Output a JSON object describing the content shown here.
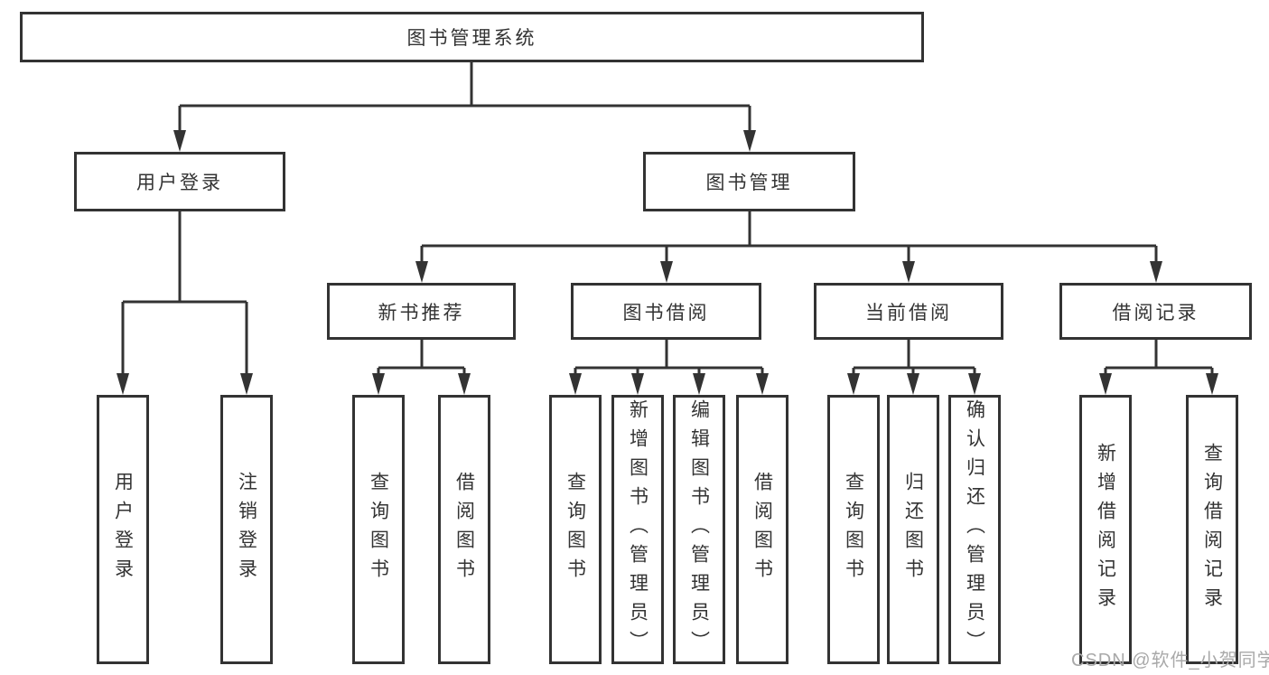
{
  "tree": {
    "root": {
      "label": "图书管理系统"
    },
    "branches": [
      {
        "label": "用户登录",
        "children": [
          {
            "label": "用户登录"
          },
          {
            "label": "注销登录"
          }
        ]
      },
      {
        "label": "图书管理",
        "children": [
          {
            "label": "新书推荐",
            "children": [
              {
                "label": "查询图书"
              },
              {
                "label": "借阅图书"
              }
            ]
          },
          {
            "label": "图书借阅",
            "children": [
              {
                "label": "查询图书"
              },
              {
                "label": "新增图书（管理员）"
              },
              {
                "label": "编辑图书（管理员）"
              },
              {
                "label": "借阅图书"
              }
            ]
          },
          {
            "label": "当前借阅",
            "children": [
              {
                "label": "查询图书"
              },
              {
                "label": "归还图书"
              },
              {
                "label": "确认归还（管理员）"
              }
            ]
          },
          {
            "label": "借阅记录",
            "children": [
              {
                "label": "新增借阅记录"
              },
              {
                "label": "查询借阅记录"
              }
            ]
          }
        ]
      }
    ]
  },
  "watermark": {
    "text": "CSDN @软件_小贺同学",
    "color": "#a9a9a9"
  },
  "colors": {
    "line": "#333333",
    "background": "#ffffff",
    "text": "#333333"
  }
}
